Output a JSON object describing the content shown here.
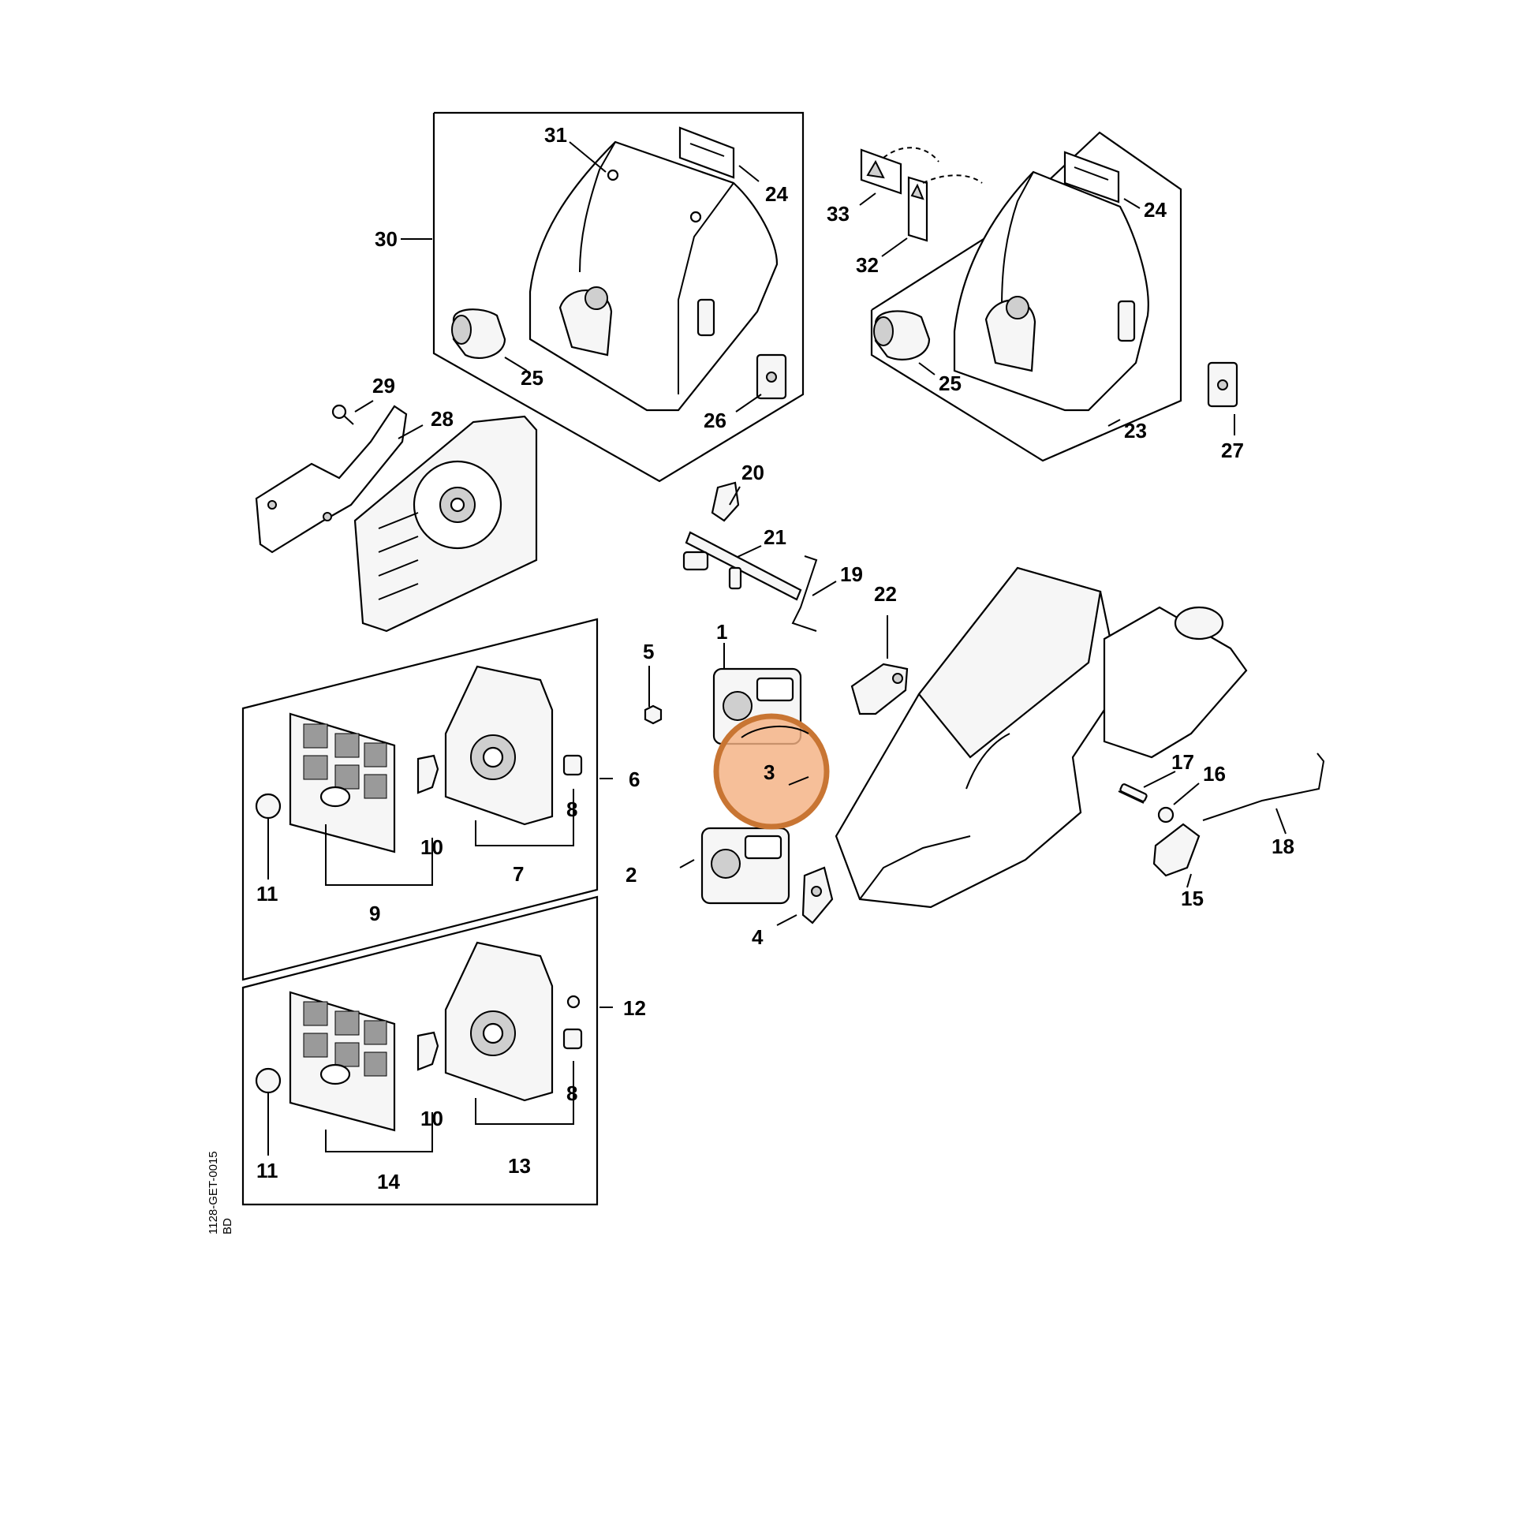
{
  "drawing_code": "1128-GET-0015",
  "drawing_code_suffix": "BD",
  "highlight": {
    "label": "3",
    "fill_color": "#f4b183",
    "stroke_color": "#c87533"
  },
  "callouts": [
    {
      "id": "c1",
      "text": "1"
    },
    {
      "id": "c2",
      "text": "2"
    },
    {
      "id": "c4",
      "text": "4"
    },
    {
      "id": "c5",
      "text": "5"
    },
    {
      "id": "c6",
      "text": "6"
    },
    {
      "id": "c7",
      "text": "7"
    },
    {
      "id": "c8a",
      "text": "8"
    },
    {
      "id": "c8b",
      "text": "8"
    },
    {
      "id": "c9",
      "text": "9"
    },
    {
      "id": "c10a",
      "text": "10"
    },
    {
      "id": "c10b",
      "text": "10"
    },
    {
      "id": "c11a",
      "text": "11"
    },
    {
      "id": "c11b",
      "text": "11"
    },
    {
      "id": "c12",
      "text": "12"
    },
    {
      "id": "c13",
      "text": "13"
    },
    {
      "id": "c14",
      "text": "14"
    },
    {
      "id": "c15",
      "text": "15"
    },
    {
      "id": "c16",
      "text": "16"
    },
    {
      "id": "c17",
      "text": "17"
    },
    {
      "id": "c18",
      "text": "18"
    },
    {
      "id": "c19",
      "text": "19"
    },
    {
      "id": "c20",
      "text": "20"
    },
    {
      "id": "c21",
      "text": "21"
    },
    {
      "id": "c22",
      "text": "22"
    },
    {
      "id": "c23",
      "text": "23"
    },
    {
      "id": "c24a",
      "text": "24"
    },
    {
      "id": "c24b",
      "text": "24"
    },
    {
      "id": "c25a",
      "text": "25"
    },
    {
      "id": "c25b",
      "text": "25"
    },
    {
      "id": "c26",
      "text": "26"
    },
    {
      "id": "c27",
      "text": "27"
    },
    {
      "id": "c28",
      "text": "28"
    },
    {
      "id": "c29",
      "text": "29"
    },
    {
      "id": "c30",
      "text": "30"
    },
    {
      "id": "c31",
      "text": "31"
    },
    {
      "id": "c32",
      "text": "32"
    },
    {
      "id": "c33",
      "text": "33"
    }
  ]
}
